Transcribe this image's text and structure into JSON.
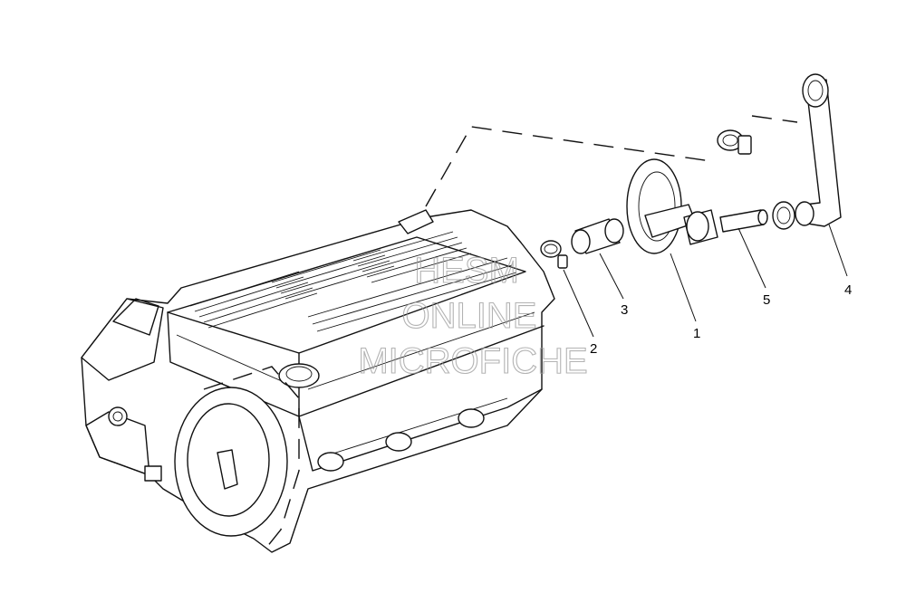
{
  "callouts": [
    {
      "id": "1",
      "label": "1"
    },
    {
      "id": "2",
      "label": "2"
    },
    {
      "id": "3",
      "label": "3"
    },
    {
      "id": "4",
      "label": "4"
    },
    {
      "id": "5",
      "label": "5"
    }
  ],
  "watermark": {
    "line1": "HESM",
    "line2": "ONLINE",
    "line3": "MICROFICHE"
  }
}
